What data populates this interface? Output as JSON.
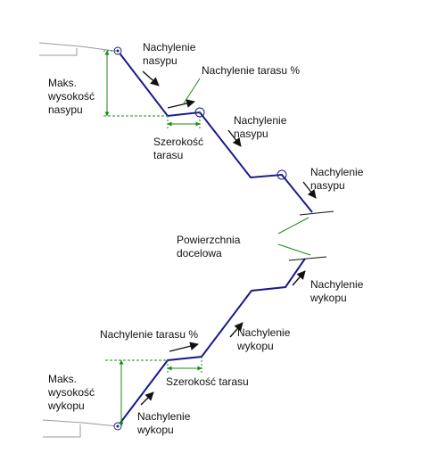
{
  "colors": {
    "profile": "#1a1a8c",
    "dimension": "#1a8a1a",
    "ground": "#9a9a9a",
    "arrow": "#111111",
    "surface_line": "#1a8a1a",
    "node": "#1a1a8c"
  },
  "labels": {
    "fill_slope_1_a": "Nachylenie",
    "fill_slope_1_b": "nasypu",
    "bench_slope_top": "Nachylenie tarasu %",
    "max_fill_height_a": "Maks.",
    "max_fill_height_b": "wysokość",
    "max_fill_height_c": "nasypu",
    "fill_slope_2_a": "Nachylenie",
    "fill_slope_2_b": "nasypu",
    "bench_width_top_a": "Szerokość",
    "bench_width_top_b": "tarasu",
    "fill_slope_3_a": "Nachylenie",
    "fill_slope_3_b": "nasypu",
    "target_surface_a": "Powierzchnia",
    "target_surface_b": "docelowa",
    "cut_slope_1_a": "Nachylenie",
    "cut_slope_1_b": "wykopu",
    "bench_slope_bottom": "Nachylenie tarasu %",
    "cut_slope_2_a": "Nachylenie",
    "cut_slope_2_b": "wykopu",
    "max_cut_height_a": "Maks.",
    "max_cut_height_b": "wysokość",
    "max_cut_height_c": "wykopu",
    "bench_width_bottom": "Szerokość tarasu",
    "cut_slope_3_a": "Nachylenie",
    "cut_slope_3_b": "wykopu"
  }
}
